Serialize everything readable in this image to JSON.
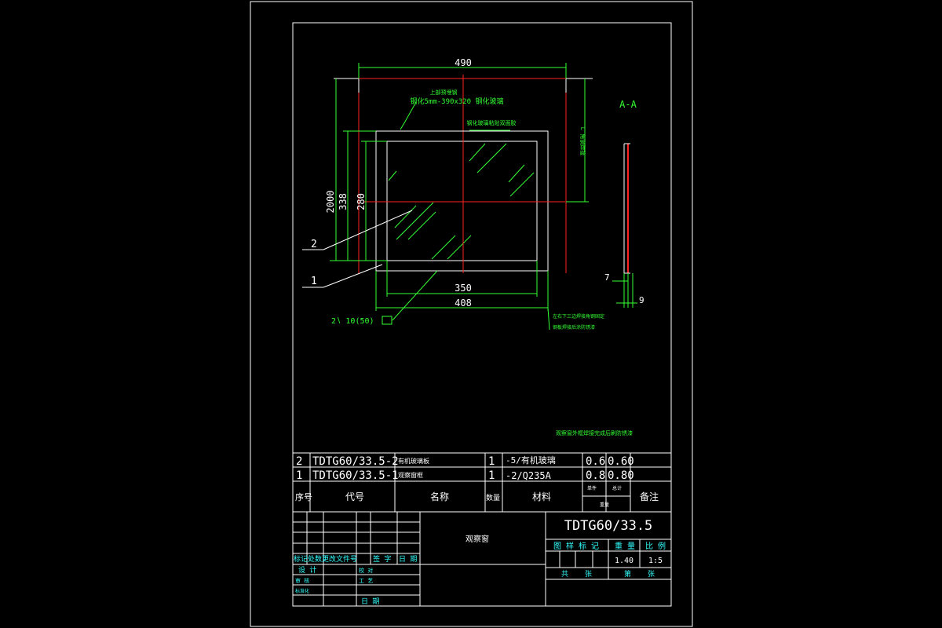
{
  "colors": {
    "frame": "#ffffff",
    "dimension": "#33ff33",
    "centerline": "#ff2222",
    "title_text": "#33ffff",
    "background": "#000000"
  },
  "drawing": {
    "dim_total_width": "490",
    "dim_inner_width": "350",
    "dim_frame_width": "408",
    "dim_left_total": "2000",
    "dim_left_338": "338",
    "dim_left_280": "280",
    "note_top": "上部预埋钢",
    "note_size": "钢化5mm-390x320 钢化玻璃",
    "note_glass": "钢化玻璃粘贴双面胶",
    "note_right_vertical": "L 角钢焊接",
    "note_bottom_right_1": "左右下三边焊接角钢固定",
    "note_bottom_right_2": "钢板焊接后涂防锈漆",
    "note_general": "观察窗外框焊接完成后刷防锈漆",
    "section_label": "A-A",
    "section_dim_7": "7",
    "section_dim_9": "9",
    "callout_1": "1",
    "callout_2": "2",
    "weld_symbol": "2∖ 10(50)"
  },
  "bom": {
    "rows": [
      {
        "seq": "2",
        "code": "TDTG60/33.5-2",
        "name": "有机玻璃板",
        "qty": "1",
        "material": "-5/有机玻璃",
        "unit_weight": "0.6",
        "total_weight": "0.60",
        "note": ""
      },
      {
        "seq": "1",
        "code": "TDTG60/33.5-1",
        "name": "观察窗框",
        "qty": "1",
        "material": "-2/Q235A",
        "unit_weight": "0.8",
        "total_weight": "0.80",
        "note": ""
      }
    ],
    "header": {
      "seq": "序号",
      "code": "代号",
      "name": "名称",
      "qty": "数量",
      "material": "材料",
      "unit": "单件",
      "total": "总计",
      "weight": "重量",
      "note": "备注"
    }
  },
  "title_block": {
    "drawing_number": "TDTG60/33.5",
    "drawing_name": "观察窗",
    "labels": {
      "revision": "标记处数更改文件号",
      "signature": "签 字",
      "date": "日 期",
      "design": "设 计",
      "check": "校 对",
      "review": "审 核",
      "process": "工 艺",
      "standard": "标准化",
      "date2": "日 期",
      "stage": "图 样 标 记",
      "weight": "重 量",
      "scale": "比 例",
      "total_sheets": "共",
      "sheet_unit": "张",
      "sheet_no": "第",
      "sheet_unit2": "张"
    },
    "weight_value": "1.40",
    "scale_value": "1:5"
  }
}
